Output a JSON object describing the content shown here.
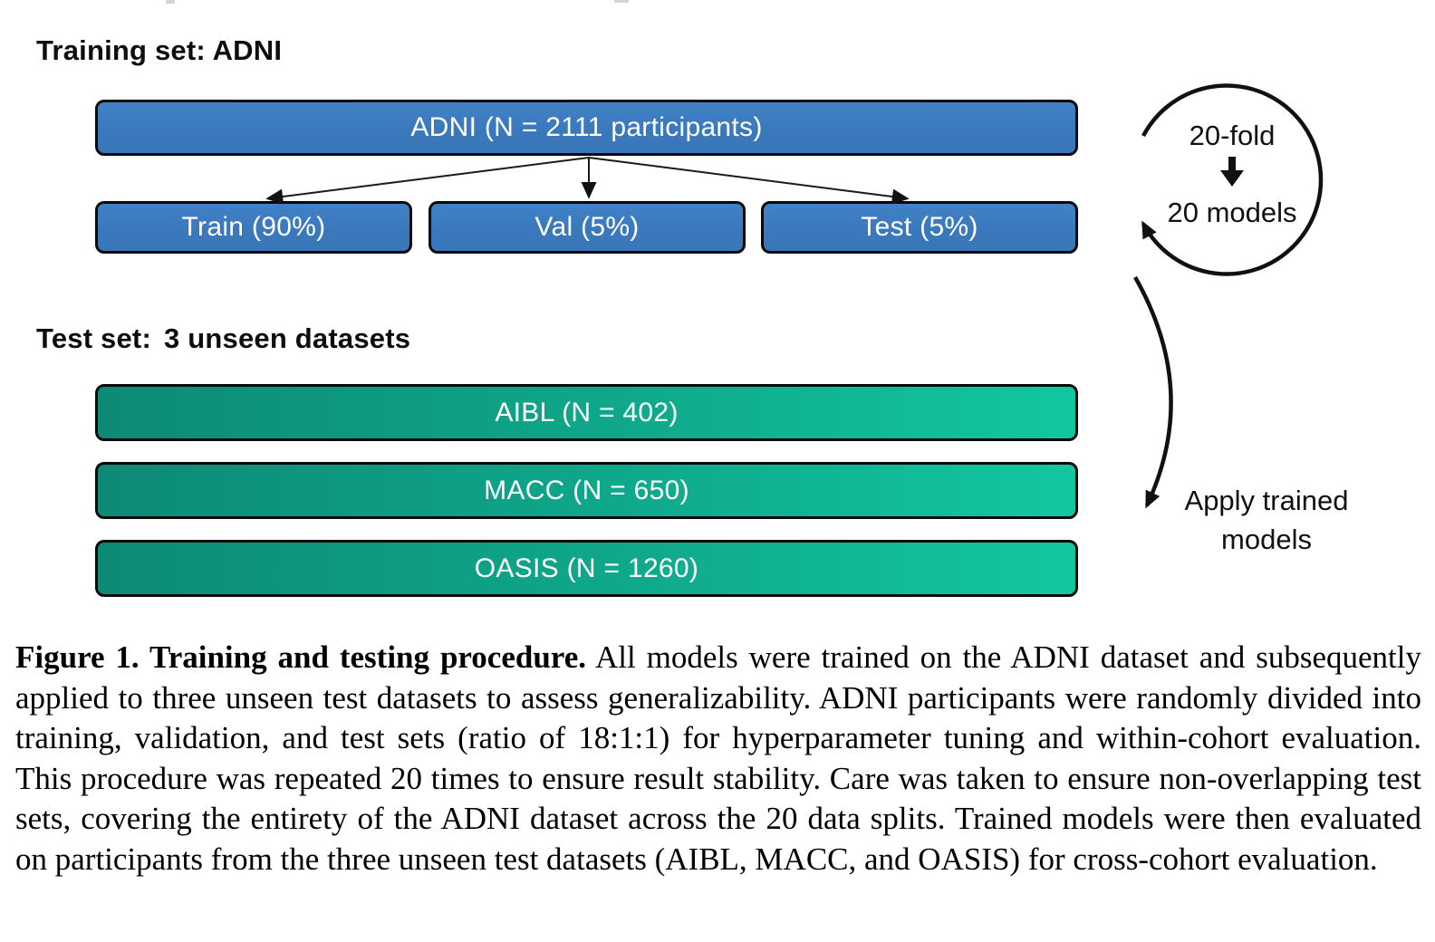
{
  "diagram": {
    "training_section": {
      "heading": "Training set: ADNI",
      "adni_box_label": "ADNI (N = 2111 participants)",
      "splits": [
        {
          "label": "Train (90%)"
        },
        {
          "label": "Val (5%)"
        },
        {
          "label": "Test (5%)"
        }
      ]
    },
    "fold_cycle": {
      "line1": "20-fold",
      "line2": "20 models"
    },
    "test_section": {
      "heading_prefix": "Test set:",
      "heading_rest": "3 unseen datasets",
      "datasets": [
        {
          "label": "AIBL (N = 402)"
        },
        {
          "label": "MACC (N = 650)"
        },
        {
          "label": "OASIS (N = 1260)"
        }
      ]
    },
    "apply_label": "Apply trained models",
    "colors": {
      "train_box_fill": "#3b79bd",
      "test_box_gradient_start": "#0d8a76",
      "test_box_gradient_end": "#12c79f",
      "box_border": "#0a0a0a",
      "box_text": "#ffffff",
      "arrow_stroke": "#1a1a1a"
    }
  },
  "caption": {
    "bold_lead": "Figure 1. Training and testing procedure.",
    "body": " All models were trained on the ADNI dataset and subsequently applied to three unseen test datasets to assess generalizability. ADNI participants were randomly divided into training, validation, and test sets (ratio of 18:1:1) for hyperparameter tuning and within-cohort evaluation. This procedure was repeated 20 times to ensure result stability. Care was taken to ensure non-overlapping test sets, covering the entirety of the ADNI dataset across the 20 data splits. Trained models were then evaluated on participants from the three unseen test datasets (AIBL, MACC, and OASIS) for cross-cohort evaluation."
  }
}
